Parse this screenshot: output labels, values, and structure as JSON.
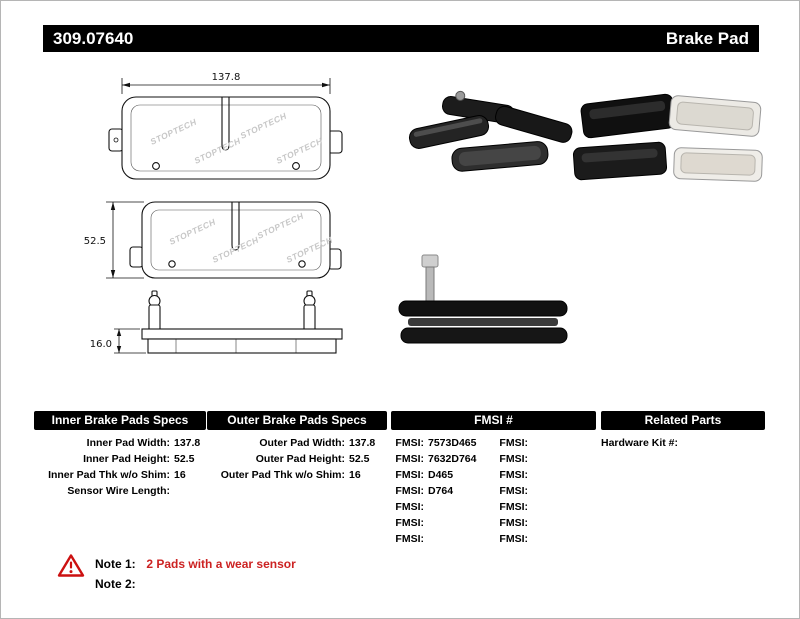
{
  "header": {
    "part_number": "309.07640",
    "product_type": "Brake Pad"
  },
  "drawing": {
    "watermark": "STOPTECH",
    "width_dim": "137.8",
    "height_dim": "52.5",
    "thickness_dim": "16.0"
  },
  "table": {
    "inner": {
      "title": "Inner Brake Pads Specs",
      "rows": [
        {
          "label": "Inner Pad Width:",
          "value": "137.8"
        },
        {
          "label": "Inner Pad Height:",
          "value": "52.5"
        },
        {
          "label": "Inner Pad Thk w/o Shim:",
          "value": "16"
        },
        {
          "label": "Sensor Wire Length:",
          "value": ""
        }
      ]
    },
    "outer": {
      "title": "Outer Brake Pads Specs",
      "rows": [
        {
          "label": "Outer Pad Width:",
          "value": "137.8"
        },
        {
          "label": "Outer Pad Height:",
          "value": "52.5"
        },
        {
          "label": "Outer Pad Thk w/o Shim:",
          "value": "16"
        }
      ]
    },
    "fmsi": {
      "title": "FMSI #",
      "left_rows": [
        {
          "label": "FMSI:",
          "value": "7573D465"
        },
        {
          "label": "FMSI:",
          "value": "7632D764"
        },
        {
          "label": "FMSI:",
          "value": "D465"
        },
        {
          "label": "FMSI:",
          "value": "D764"
        },
        {
          "label": "FMSI:",
          "value": ""
        },
        {
          "label": "FMSI:",
          "value": ""
        },
        {
          "label": "FMSI:",
          "value": ""
        }
      ],
      "right_rows": [
        {
          "label": "FMSI:",
          "value": ""
        },
        {
          "label": "FMSI:",
          "value": ""
        },
        {
          "label": "FMSI:",
          "value": ""
        },
        {
          "label": "FMSI:",
          "value": ""
        },
        {
          "label": "FMSI:",
          "value": ""
        },
        {
          "label": "FMSI:",
          "value": ""
        },
        {
          "label": "FMSI:",
          "value": ""
        }
      ]
    },
    "related": {
      "title": "Related Parts",
      "rows": [
        {
          "label": "Hardware Kit #:",
          "value": ""
        }
      ]
    }
  },
  "notes": {
    "note1_label": "Note 1:",
    "note1_text": "2 Pads with a wear sensor",
    "note2_label": "Note 2:",
    "note2_text": ""
  },
  "colors": {
    "header_bg": "#000000",
    "header_text": "#ffffff",
    "note_red": "#cc2222",
    "warning_red": "#cc1111"
  }
}
